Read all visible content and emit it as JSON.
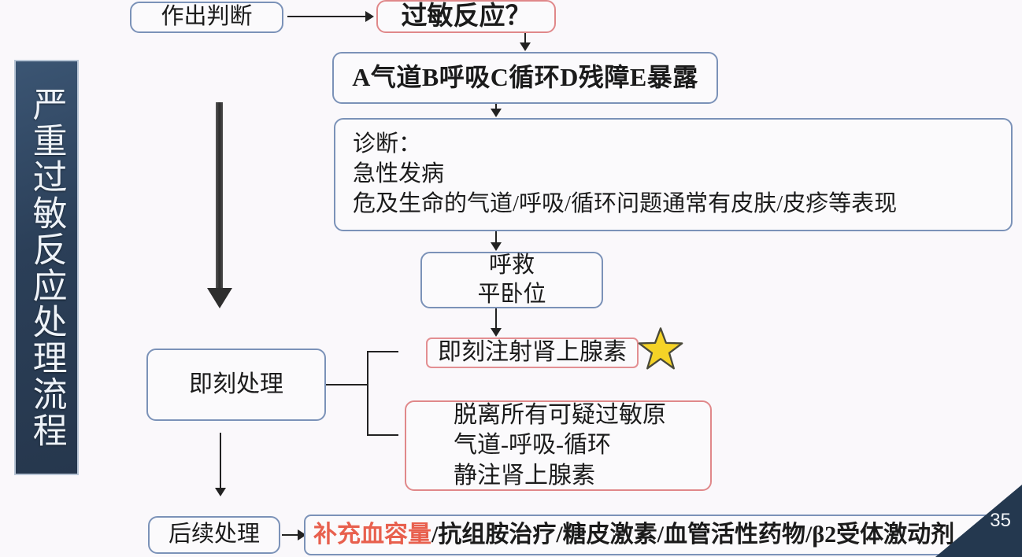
{
  "banner": {
    "title": "严重过敏反应处理流程"
  },
  "nodes": {
    "judge": {
      "label": "作出判断"
    },
    "allergy_question": {
      "label": "过敏反应？"
    },
    "abcde": {
      "label": "A气道B呼吸C循环D残障E暴露"
    },
    "diagnosis": {
      "label": "诊断：\n  急性发病\n  危及生命的气道/呼吸/循环问题通常有皮肤/皮疹等表现"
    },
    "call_for_help": {
      "label": "呼救\n平卧位"
    },
    "immediate_processing": {
      "label": "即刻处理"
    },
    "adrenaline": {
      "label": "即刻注射肾上腺素"
    },
    "three_steps": {
      "label": "脱离所有可疑过敏原\n气道-呼吸-循环\n静注肾上腺素"
    },
    "followup": {
      "label": "后续处理"
    },
    "drugs": {
      "highlight": "补充血容量",
      "rest": "/抗组胺治疗/糖皮激素/血管活性药物/β2受体激动剂"
    }
  },
  "icons": {
    "star": "star-icon",
    "arrow_judge_to_allergy": "arrow-right-icon",
    "arrow_followup_to_drugs": "arrow-right-icon",
    "thick_down_arrow": "thick-arrow-down-icon"
  },
  "footer": {
    "page_number": "35"
  },
  "colors": {
    "background": "#faf8fb",
    "banner_fill": "#2b3f58",
    "banner_text": "#eef3f9",
    "blue_border": "#7b92b8",
    "red_border": "#e0888a",
    "highlight_text": "#e8604e",
    "star_fill": "#f5d327",
    "star_stroke": "#4a4a3a",
    "connector": "#222222",
    "corner_fill": "#24384f"
  }
}
